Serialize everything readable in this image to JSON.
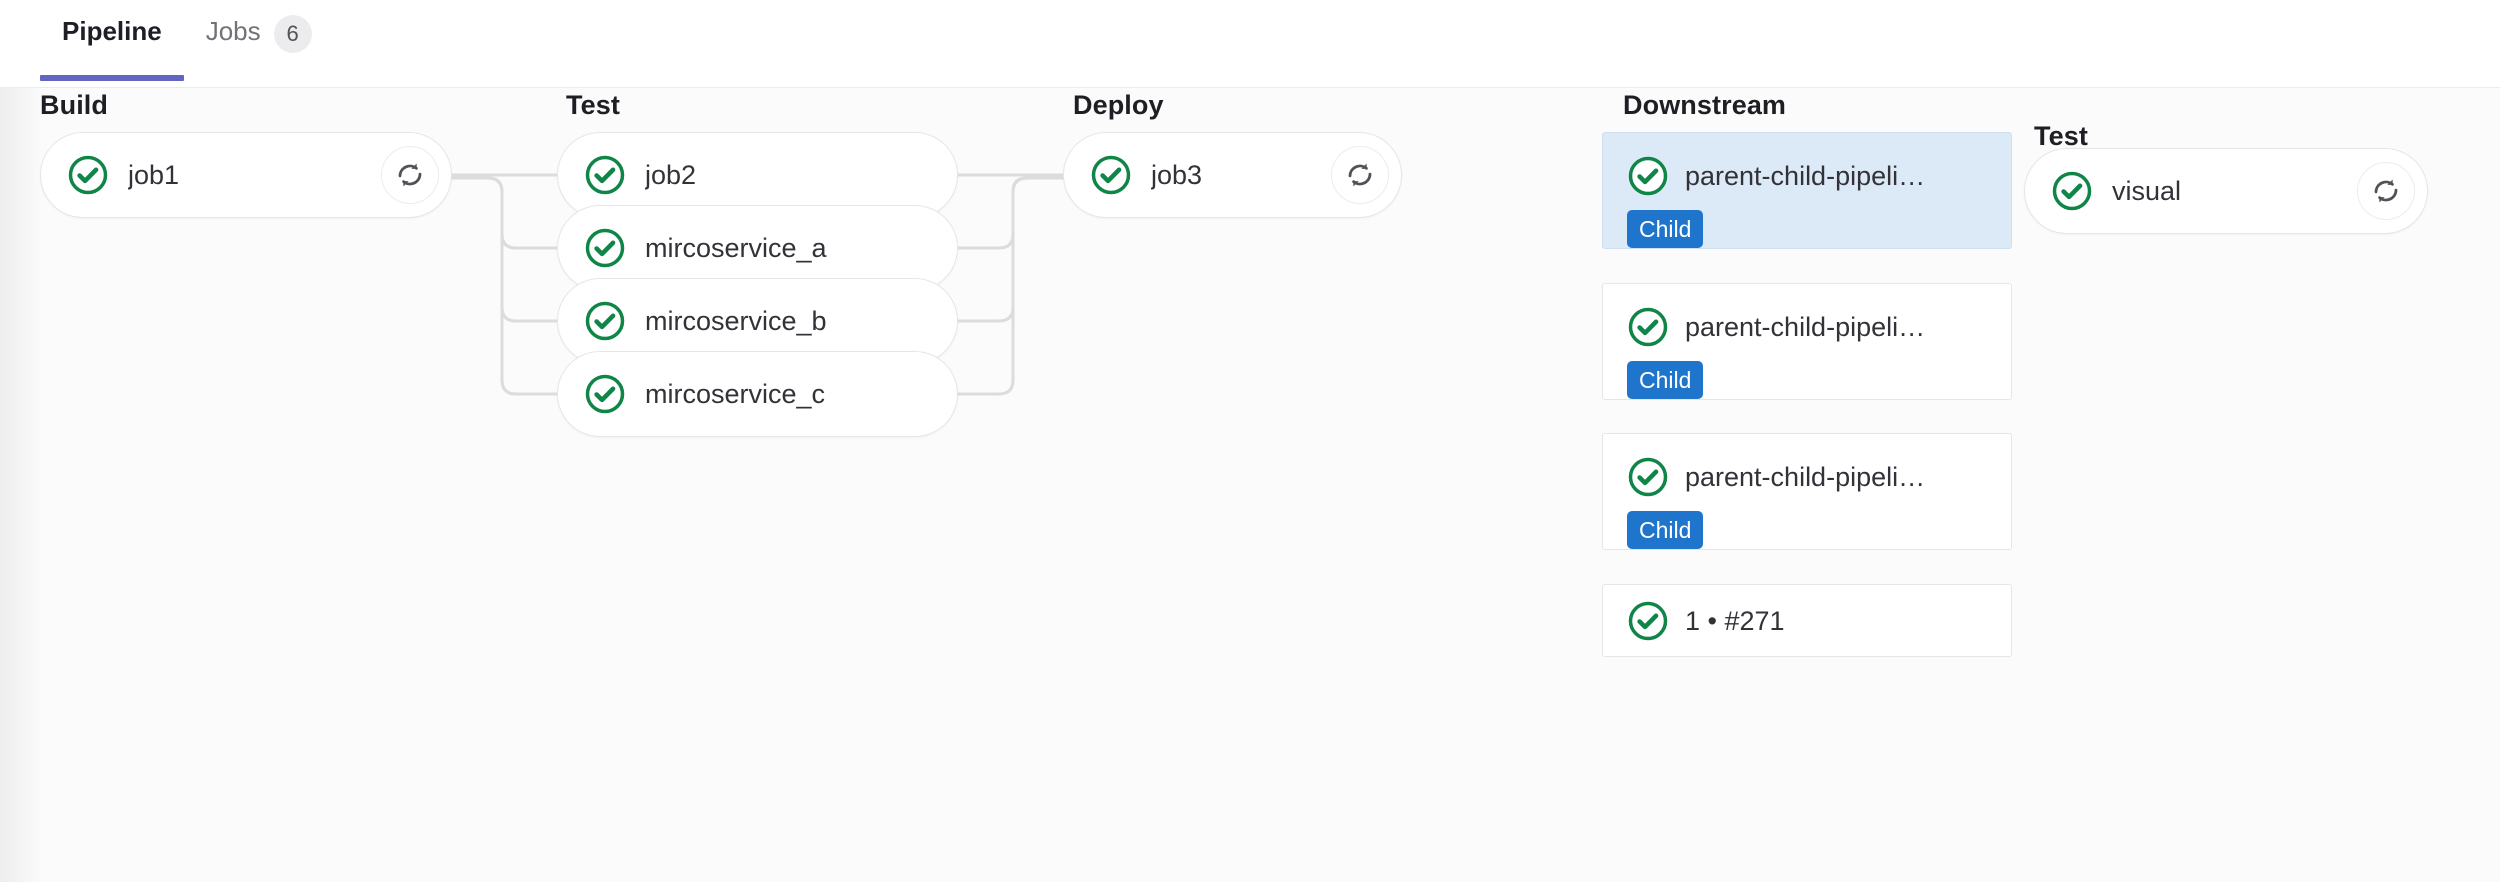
{
  "tabs": [
    {
      "label": "Pipeline",
      "active": true,
      "badge": null,
      "name": "tab-pipeline"
    },
    {
      "label": "Jobs",
      "active": false,
      "badge": "6",
      "name": "tab-jobs"
    }
  ],
  "colors": {
    "accent_tab_underline": "#6366c0",
    "status_success": "#108548",
    "badge_child": "#1f75cb",
    "card_selected_bg": "#dce9f6",
    "connector": "#dcdcde",
    "canvas_bg": "#fbfbfb"
  },
  "stages": [
    {
      "title": "Build",
      "name": "stage-build",
      "jobs": [
        {
          "label": "job1",
          "status": "success",
          "status_icon": "status-success-icon",
          "retry": true,
          "retry_icon": "retry-icon"
        }
      ]
    },
    {
      "title": "Test",
      "name": "stage-test",
      "jobs": [
        {
          "label": "job2",
          "status": "success",
          "status_icon": "status-success-icon",
          "retry": false
        },
        {
          "label": "mircoservice_a",
          "status": "success",
          "status_icon": "status-success-icon",
          "retry": false
        },
        {
          "label": "mircoservice_b",
          "status": "success",
          "status_icon": "status-success-icon",
          "retry": false
        },
        {
          "label": "mircoservice_c",
          "status": "success",
          "status_icon": "status-success-icon",
          "retry": false
        }
      ]
    },
    {
      "title": "Deploy",
      "name": "stage-deploy",
      "jobs": [
        {
          "label": "job3",
          "status": "success",
          "status_icon": "status-success-icon",
          "retry": true,
          "retry_icon": "retry-icon"
        }
      ]
    }
  ],
  "downstream": {
    "title": "Downstream",
    "name": "stage-downstream",
    "pipelines": [
      {
        "label": "parent-child-pipeli…",
        "badge": "Child",
        "status": "success",
        "status_icon": "status-success-icon",
        "selected": true
      },
      {
        "label": "parent-child-pipeli…",
        "badge": "Child",
        "status": "success",
        "status_icon": "status-success-icon",
        "selected": false
      },
      {
        "label": "parent-child-pipeli…",
        "badge": "Child",
        "status": "success",
        "status_icon": "status-success-icon",
        "selected": false
      },
      {
        "label": "1 • #271",
        "badge": null,
        "status": "success",
        "status_icon": "status-success-icon",
        "selected": false
      }
    ]
  },
  "downstream_detail": {
    "title": "Test",
    "name": "stage-downstream-test",
    "jobs": [
      {
        "label": "visual",
        "status": "success",
        "status_icon": "status-success-icon",
        "retry": true,
        "retry_icon": "retry-icon"
      }
    ]
  }
}
